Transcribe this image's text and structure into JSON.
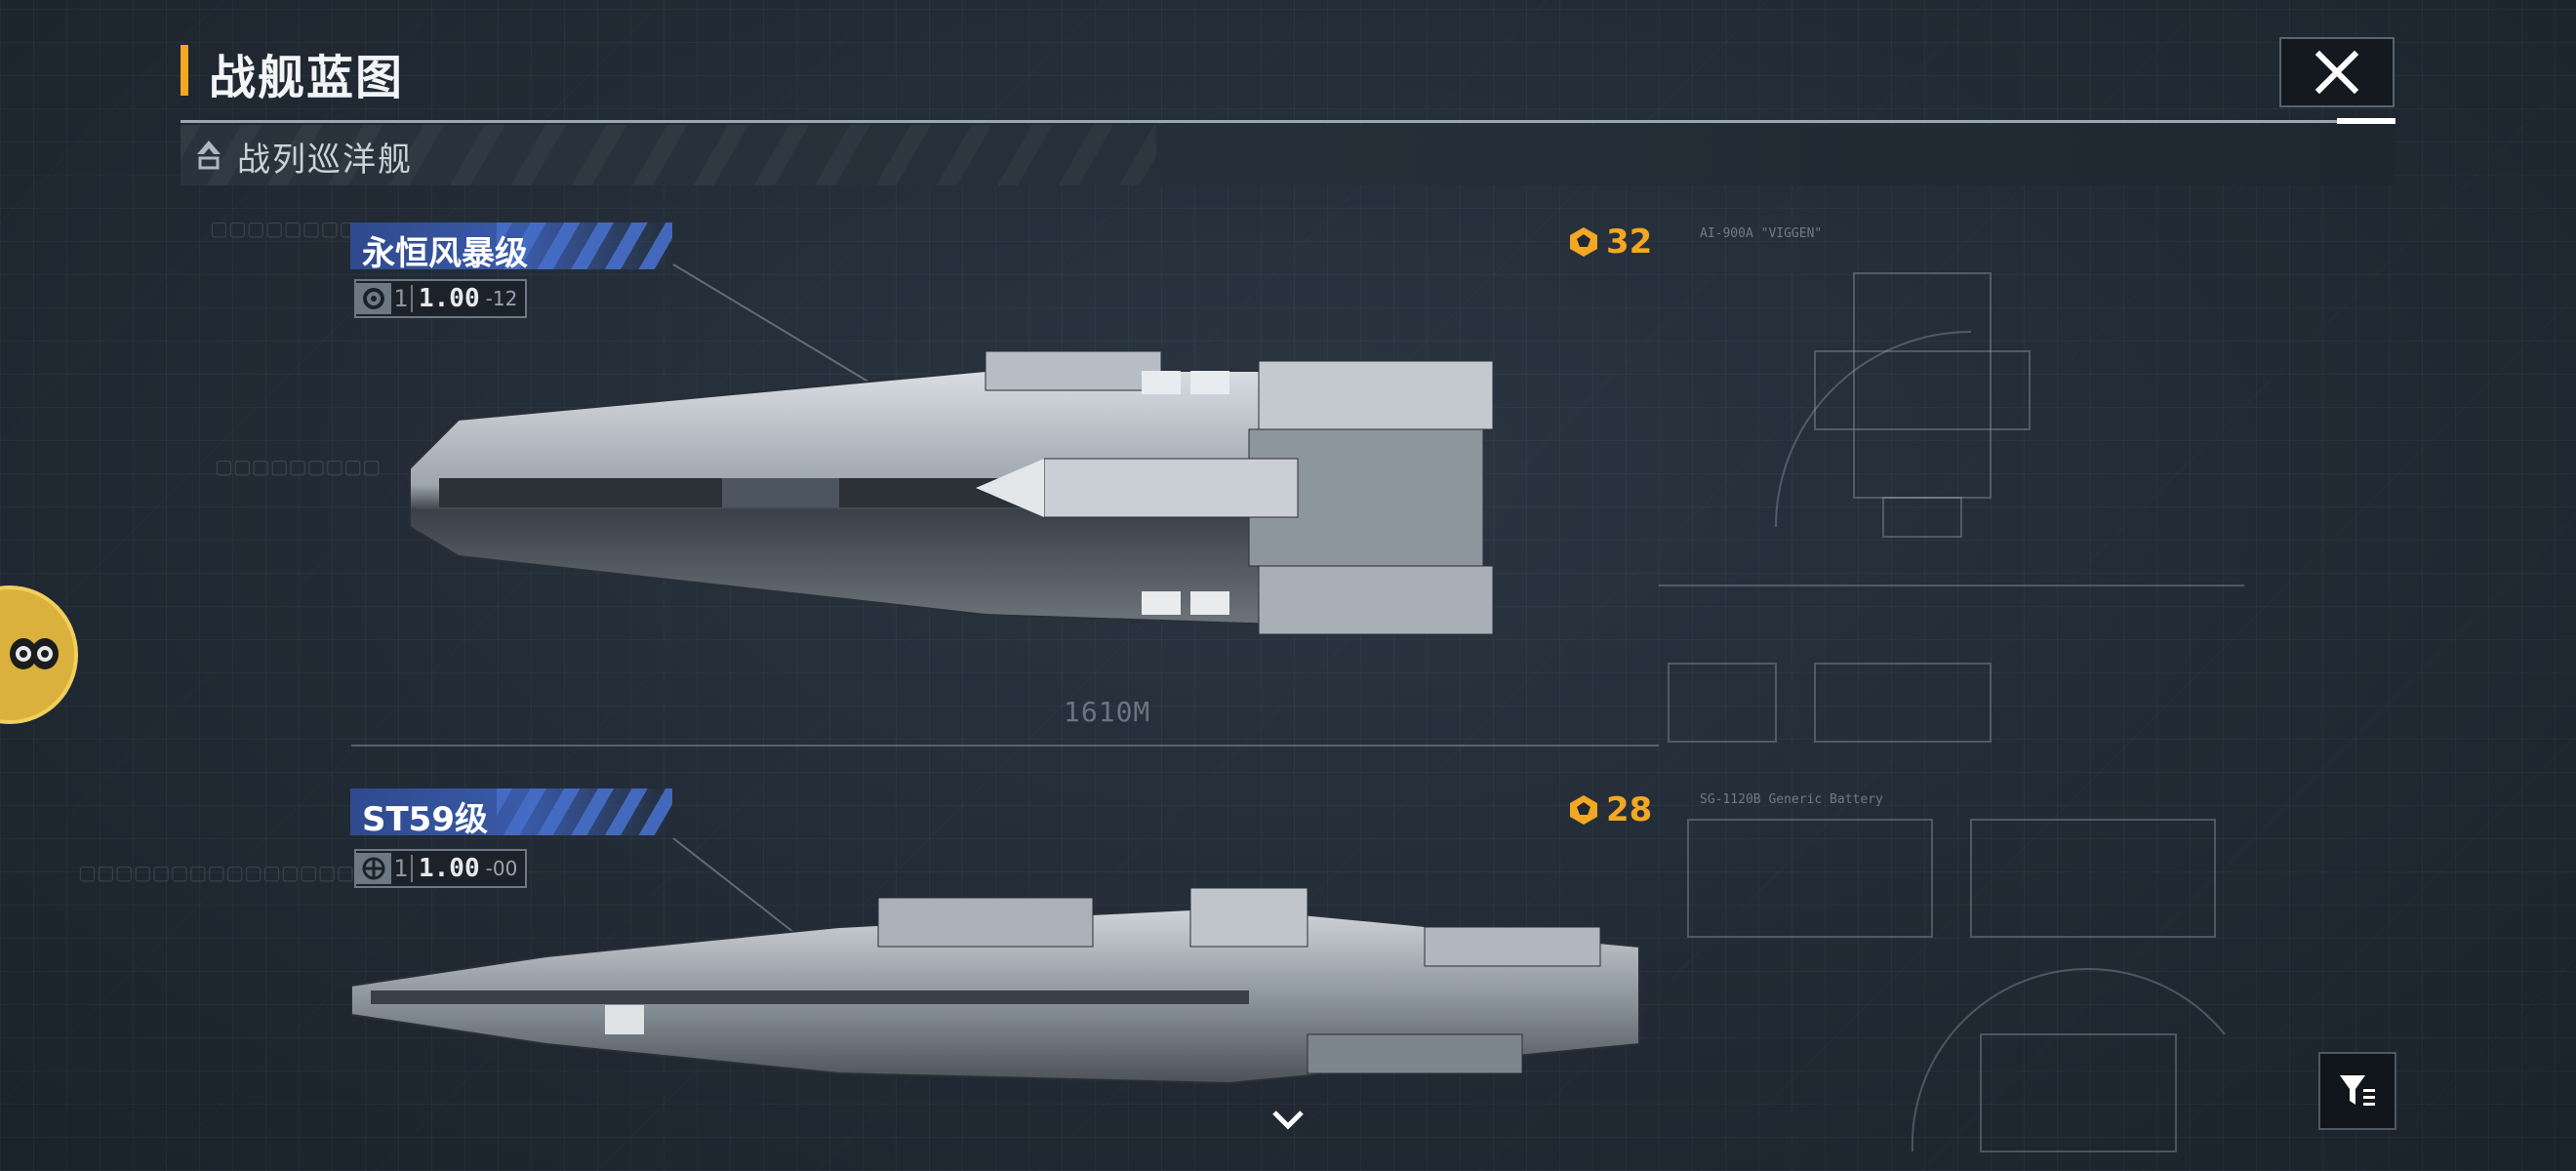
{
  "header": {
    "title": "战舰蓝图",
    "close_icon": "close-icon"
  },
  "category": {
    "label": "战列巡洋舰",
    "icon": "ship-class-icon"
  },
  "ships": [
    {
      "name": "永恒风暴级",
      "level": "1",
      "stat_value": "1.00",
      "stat_sub": "-12",
      "cost": "32",
      "length_label": "1610M",
      "blueprint_caption": "AI-900A \"VIGGEN\""
    },
    {
      "name": "ST59级",
      "level": "1",
      "stat_value": "1.00",
      "stat_sub": "-00",
      "cost": "28",
      "blueprint_caption": "SG-1120B Generic Battery"
    }
  ],
  "colors": {
    "accent": "#f3a722",
    "name_tag": "#3a5aa8",
    "background": "#1f2833"
  },
  "filter_icon": "filter-icon",
  "scroll_icon": "chevron-down-icon"
}
